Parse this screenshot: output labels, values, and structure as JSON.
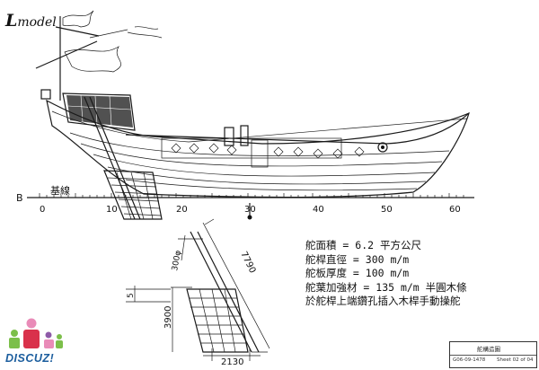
{
  "logo": {
    "letter": "L",
    "text": "model"
  },
  "watermark": {
    "text": "DISCUZ!"
  },
  "baseline": {
    "marker": "B",
    "label": "基線"
  },
  "scale": {
    "ticks": [
      "0",
      "10",
      "20",
      "30",
      "40",
      "50",
      "60"
    ]
  },
  "rudder_dims": {
    "offset": "300φ",
    "height": "7790",
    "blade_height": "3900",
    "top_gap": "5",
    "width": "2130"
  },
  "specs": [
    "舵面積 = 6.2 平方公尺",
    "舵桿直徑 = 300 m/m",
    "舵板厚度 = 100 m/m",
    "舵葉加強材 = 135 m/m 半圓木條",
    "於舵桿上端鑽孔插入木桿手動操舵"
  ],
  "title_block": {
    "title": "舵構造圖",
    "left": "G06-09-1478",
    "right": "Sheet 02 of 04"
  },
  "colors": {
    "ink": "#1a1a1a",
    "watermark_blue": "#1c5e9e",
    "fig_red": "#d9314b",
    "fig_pink": "#e98bb8",
    "fig_green": "#7cbf4a",
    "fig_purple": "#8e5aa8"
  }
}
